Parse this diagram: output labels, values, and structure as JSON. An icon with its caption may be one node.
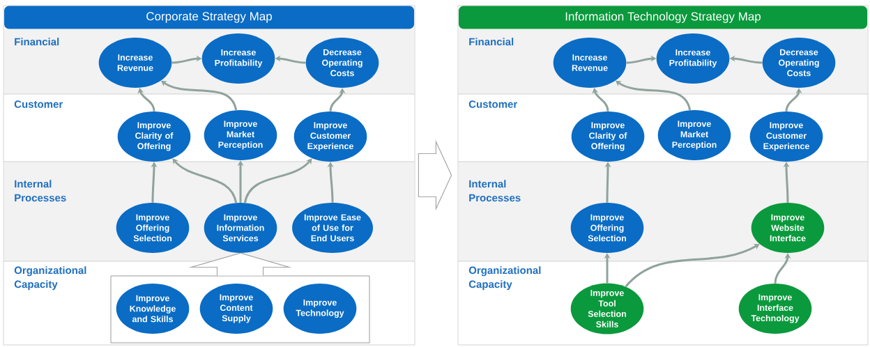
{
  "diagram": {
    "nodes": [
      {
        "text": [
          "Corporate Strategy Map"
        ]
      },
      {
        "text": [
          "Increase Revenue"
        ],
        "in": 0
      },
      {
        "text": [
          "Increase Profitability"
        ],
        "in": 0
      },
      {
        "text": [
          "Decrease Operating Costs"
        ],
        "in": 0
      },
      {
        "text": [
          "Improve Clarity of Offering"
        ],
        "in": 0
      },
      {
        "text": [
          "Improve Market Perception"
        ],
        "in": 0
      },
      {
        "text": [
          "Improve Customer Experience"
        ],
        "in": 0
      },
      {
        "text": [
          "Improve Offering Selection"
        ],
        "in": 0
      },
      {
        "text": [
          "Improve Information Services"
        ],
        "in": 0
      },
      {
        "text": [
          "Improve Ease of Use for End Users"
        ],
        "in": 0
      },
      {
        "text": [],
        "shape": "box",
        "in": 0
      },
      {
        "text": [
          "Improve Knowledge and Skills"
        ],
        "in": 10
      },
      {
        "text": [
          "Improve Content Supply"
        ],
        "in": 10
      },
      {
        "text": [
          "Improve Technology"
        ],
        "in": 10
      },
      {
        "text": [
          "Information Technology Strategy Map"
        ]
      },
      {
        "text": [
          "Increase Revenue"
        ],
        "in": 14
      },
      {
        "text": [
          "Increase Profitability"
        ],
        "in": 14
      },
      {
        "text": [
          "Decrease Operating Costs"
        ],
        "in": 14
      },
      {
        "text": [
          "Improve Clarity of Offering"
        ],
        "in": 14
      },
      {
        "text": [
          "Improve Market Perception"
        ],
        "in": 14
      },
      {
        "text": [
          "Improve Customer Experience"
        ],
        "in": 14
      },
      {
        "text": [
          "Improve Offering Selection"
        ],
        "in": 14
      },
      {
        "text": [
          "Improve Website Interface"
        ],
        "in": 14
      },
      {
        "text": [
          "Improve Tool Selection Skills"
        ],
        "in": 14
      },
      {
        "text": [
          "Improve Interface Technology"
        ],
        "in": 14
      }
    ],
    "edges": [
      {
        "from": 1,
        "to": 2,
        "arrow": "to"
      },
      {
        "from": 3,
        "to": 2,
        "arrow": "to"
      },
      {
        "from": 4,
        "to": 1,
        "arrow": "to"
      },
      {
        "from": 5,
        "to": 1,
        "arrow": "to"
      },
      {
        "from": 6,
        "to": 3,
        "arrow": "to"
      },
      {
        "from": 7,
        "to": 4,
        "arrow": "to"
      },
      {
        "from": 8,
        "to": 4,
        "arrow": "to"
      },
      {
        "from": 8,
        "to": 5,
        "arrow": "to"
      },
      {
        "from": 8,
        "to": 6,
        "arrow": "to"
      },
      {
        "from": 9,
        "to": 6,
        "arrow": "to"
      },
      {
        "from": 10,
        "to": 8,
        "arrow": "to"
      },
      {
        "from": 0,
        "to": 14,
        "arrow": "to"
      },
      {
        "from": 15,
        "to": 16,
        "arrow": "to"
      },
      {
        "from": 17,
        "to": 16,
        "arrow": "to"
      },
      {
        "from": 18,
        "to": 15,
        "arrow": "to"
      },
      {
        "from": 19,
        "to": 15,
        "arrow": "to"
      },
      {
        "from": 20,
        "to": 17,
        "arrow": "to"
      },
      {
        "from": 21,
        "to": 18,
        "arrow": "to"
      },
      {
        "from": 22,
        "to": 20,
        "arrow": "to"
      },
      {
        "from": 23,
        "to": 21,
        "arrow": "to"
      },
      {
        "from": 23,
        "to": 22,
        "arrow": "to"
      },
      {
        "from": 24,
        "to": 22,
        "arrow": "to"
      }
    ],
    "labels": [
      "Financial",
      "Customer",
      "Internal Processes",
      "Organizational Capacity",
      "Financial",
      "Customer",
      "Internal Processes",
      "Organizational Capacity"
    ]
  }
}
